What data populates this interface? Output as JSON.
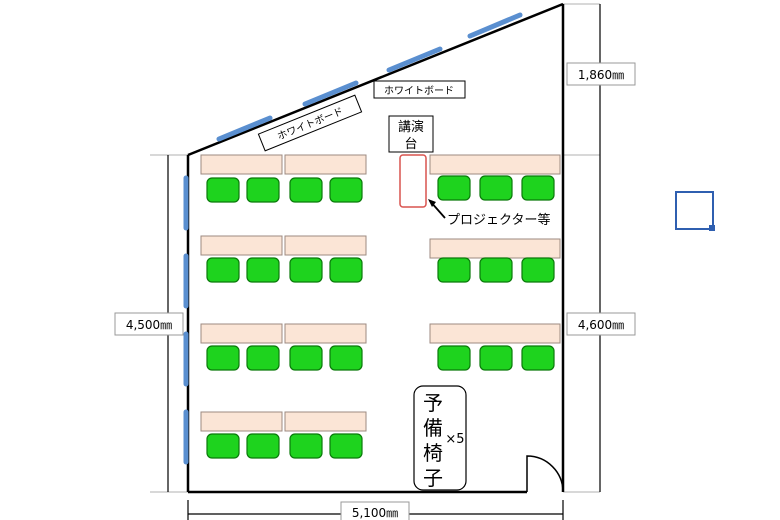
{
  "labels": {
    "whiteboard_1": "ホワイトボード",
    "whiteboard_2": "ホワイトボード",
    "podium_line1": "講演",
    "podium_line2": "台",
    "projector": "プロジェクター等",
    "spare_chars": [
      "予",
      "備",
      "椅",
      "子"
    ],
    "spare_count": "×5"
  },
  "dimensions": {
    "top_right": "1,860㎜",
    "left": "4,500㎜",
    "right": "4,600㎜",
    "bottom": "5,100㎜"
  },
  "colors": {
    "wall": "#000000",
    "window": "#5a8fd0",
    "desk_fill": "#fbe5d6",
    "desk_stroke": "#9c8a80",
    "chair_fill": "#1ed31e",
    "chair_stroke": "#0a7a0a",
    "podium_stroke": "#d9534f",
    "selection": "#2f5fb0"
  },
  "layout": {
    "desks_per_left_row": 2,
    "chairs_per_left_row": 4,
    "chairs_per_right_row": 3,
    "left_rows": 4,
    "right_rows": 3
  }
}
